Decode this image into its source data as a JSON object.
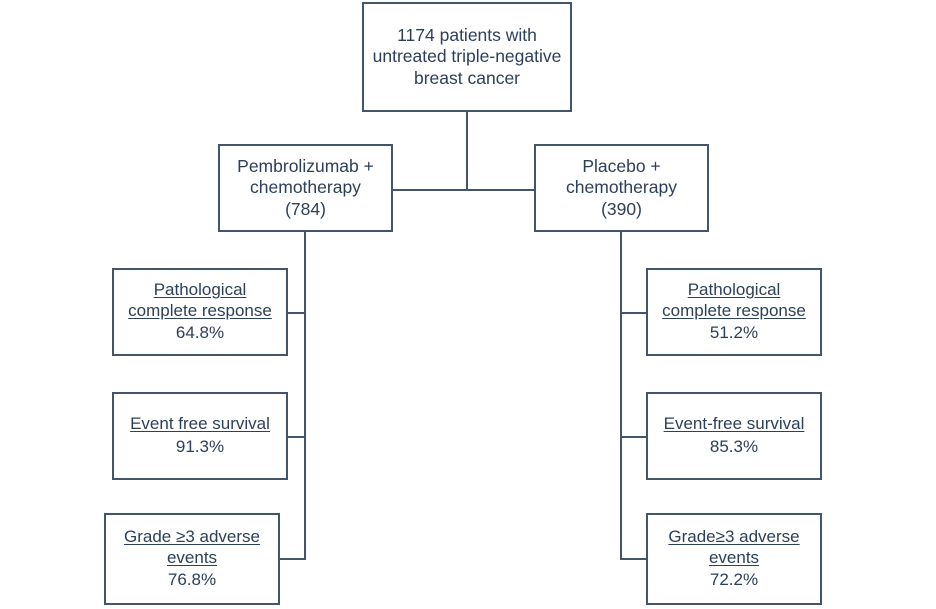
{
  "diagram": {
    "type": "flowchart",
    "title": "Triple-negative breast cancer trial outcomes flowchart",
    "colors": {
      "border": "#44546a",
      "text": "#2d4059",
      "background": "#ffffff"
    },
    "root": {
      "label": "1174 patients with untreated triple-negative breast cancer"
    },
    "arms": [
      {
        "id": "pembrolizumab",
        "label": "Pembrolizumab +\nchemotherapy\n(784)",
        "outcomes": [
          {
            "name": "Pathological complete response",
            "value": "64.8%"
          },
          {
            "name": "Event free survival",
            "value": "91.3%"
          },
          {
            "name": "Grade ≥3 adverse events",
            "value": "76.8%"
          }
        ]
      },
      {
        "id": "placebo",
        "label": "Placebo +\nchemotherapy\n(390)",
        "outcomes": [
          {
            "name": "Pathological complete response",
            "value": "51.2%"
          },
          {
            "name": "Event-free survival",
            "value": "85.3%"
          },
          {
            "name": "Grade≥3 adverse events",
            "value": "72.2%"
          }
        ]
      }
    ]
  }
}
